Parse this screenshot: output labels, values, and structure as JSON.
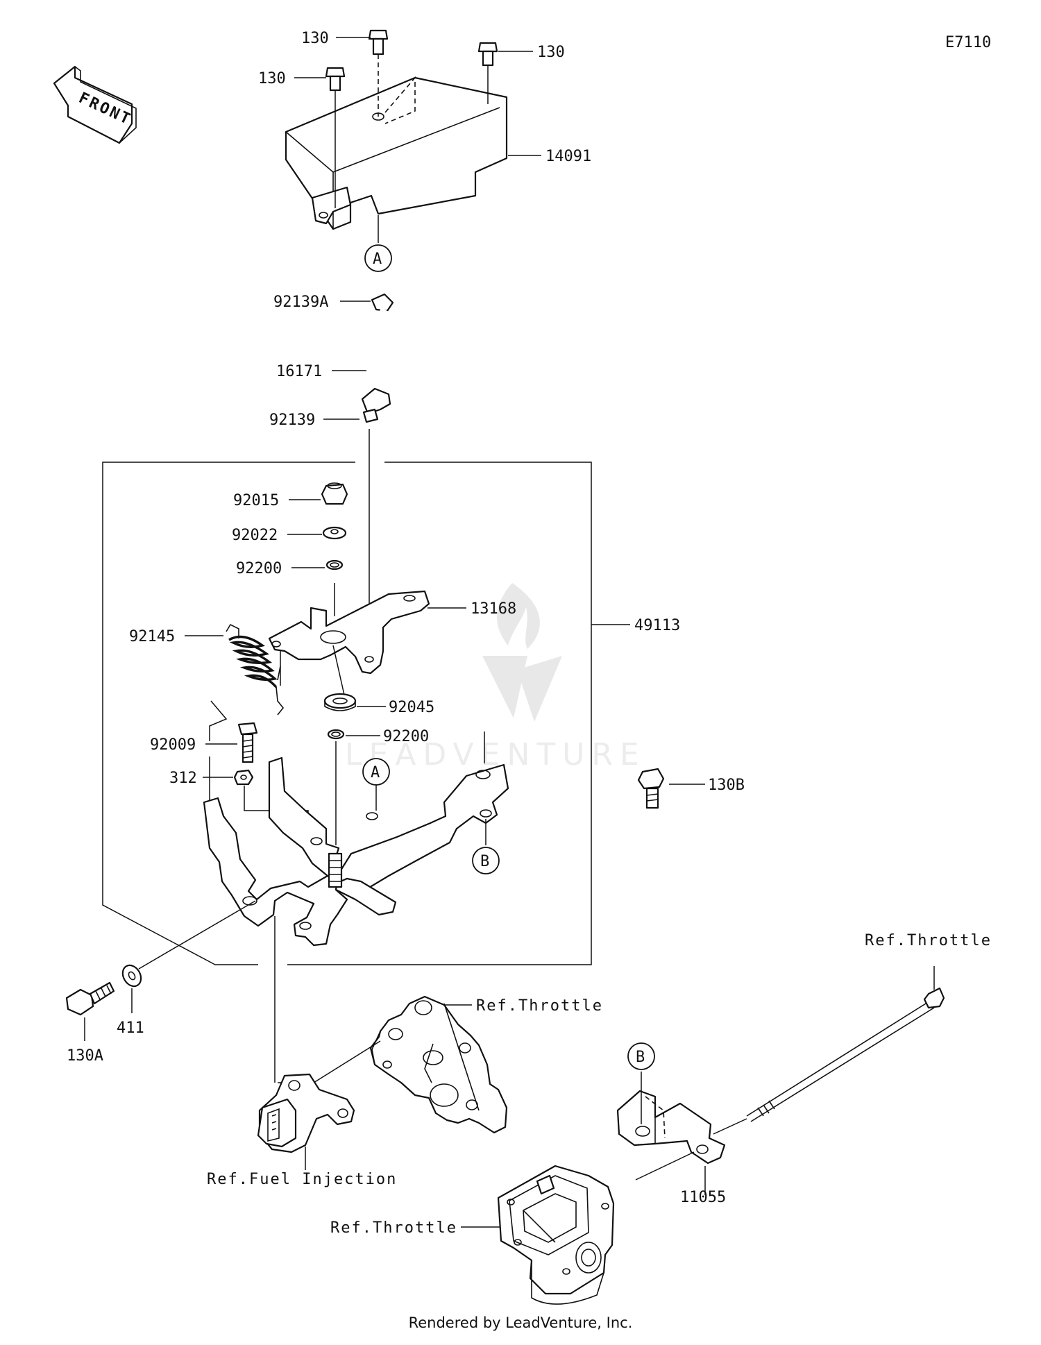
{
  "diagram_code": "E7110",
  "front_arrow_text": "FRONT",
  "watermark": {
    "brand": "LEADVENTURE"
  },
  "footer": "Rendered by LeadVenture, Inc.",
  "callouts": {
    "a_top": "A",
    "a_mid": "A",
    "b_mid": "B",
    "b_low": "B"
  },
  "labels": {
    "bolt_130_top": "130",
    "bolt_130_right": "130",
    "bolt_130_left": "130",
    "cover_14091": "14091",
    "clamp_92139A": "92139A",
    "rod_16171": "16171",
    "clamp_92139": "92139",
    "nut_92015": "92015",
    "washer_92022": "92022",
    "oring_92200_top": "92200",
    "lever_13168": "13168",
    "assy_49113": "49113",
    "spring_92145": "92145",
    "bushing_92045": "92045",
    "oring_92200_low": "92200",
    "bolt_92009": "92009",
    "nut_312": "312",
    "bolt_130B": "130B",
    "bolt_130A": "130A",
    "washer_411": "411",
    "ref_throttle_body": "Ref.Throttle",
    "ref_throttle_right": "Ref.Throttle",
    "ref_fuel_injection": "Ref.Fuel Injection",
    "ref_throttle_lower": "Ref.Throttle",
    "bracket_11055": "11055"
  }
}
